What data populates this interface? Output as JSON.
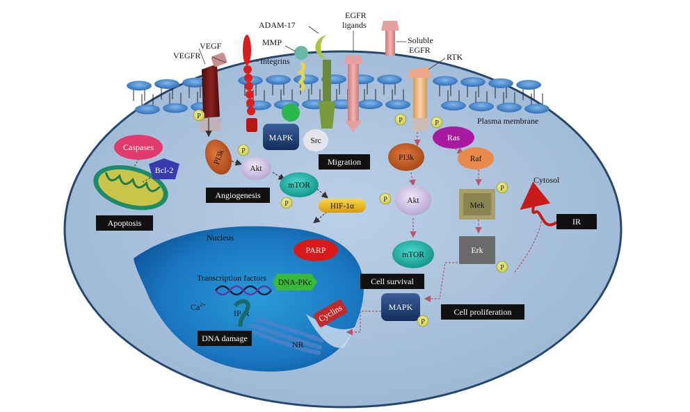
{
  "labels": {
    "vegf": "VEGF",
    "vegfr": "VEGFR",
    "adam17": "ADAM-17",
    "mmp": "MMP",
    "integrins": "Integrins",
    "egfr_ligands_1": "EGFR",
    "egfr_ligands_2": "ligands",
    "soluble_egfr_1": "Soluble",
    "soluble_egfr_2": "EGFR",
    "rtk": "RTK",
    "plasma_membrane": "Plasma membrane",
    "cytosol": "Cytosol",
    "nucleus": "Nucleus",
    "ca": "Ca",
    "ca_sup": "2+",
    "ip3r_main": "IP",
    "ip3r_sub": "3",
    "ip3r_tail": "R",
    "nr": "NR",
    "transcription_factors": "Transcription factors"
  },
  "nodes": {
    "caspases": "Caspases",
    "bcl2": "Bcl-2",
    "pi3k_left": "PI3k",
    "akt_left": "Akt",
    "mtor_left": "mTOR",
    "mapk_top": "MAPK",
    "src": "Src",
    "hif1a": "HIF-1α",
    "pi3k_right": "PI3k",
    "akt_right": "Akt",
    "mtor_right": "mTOR",
    "ras": "Ras",
    "raf": "Raf",
    "mek": "Mek",
    "erk": "Erk",
    "mapk_bottom": "MAPK",
    "parp": "PARP",
    "dna_pkc": "DNA-PKc",
    "cyclins": "Cyclins",
    "phospho": "P"
  },
  "boxes": {
    "angiogenesis": "Angiogenesis",
    "migration": "Migration",
    "apoptosis": "Apoptosis",
    "cell_survival": "Cell survival",
    "cell_proliferation": "Cell proliferation",
    "ir": "IR",
    "dna_damage": "DNA damage"
  }
}
